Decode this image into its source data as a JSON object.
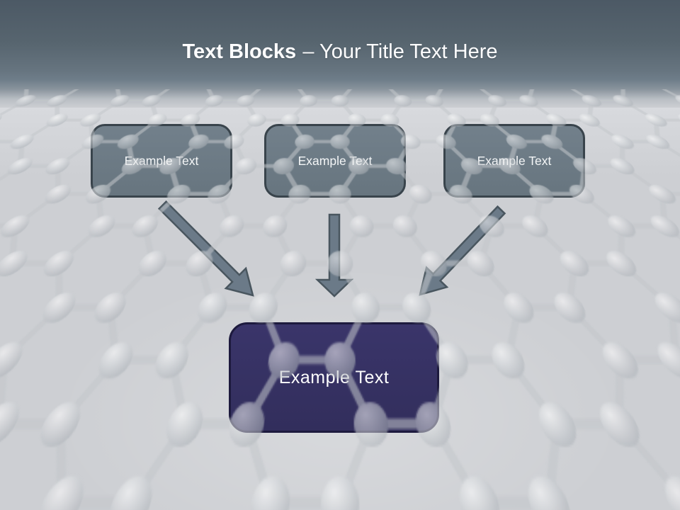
{
  "slide": {
    "title": {
      "bold": "Text Blocks",
      "regular": "– Your Title Text Here"
    },
    "top_boxes": [
      {
        "label": "Example Text"
      },
      {
        "label": "Example Text"
      },
      {
        "label": "Example Text"
      }
    ],
    "center_box": {
      "label": "Example Text"
    },
    "arrows": {
      "left": "diagonal-down-right-arrow",
      "middle": "straight-down-arrow",
      "right": "diagonal-down-left-arrow"
    },
    "colors": {
      "header_top": "#4C5965",
      "header_mid": "#6E7D89",
      "background": "#CDCFD3",
      "box_fill": "#6B7A86",
      "box_border": "#39444C",
      "center_fill": "#332E5F",
      "center_border": "#1D1A3E",
      "arrow_fill": "#6B7A88",
      "arrow_stroke": "#49565F",
      "title_color": "#FFFFFF"
    }
  }
}
